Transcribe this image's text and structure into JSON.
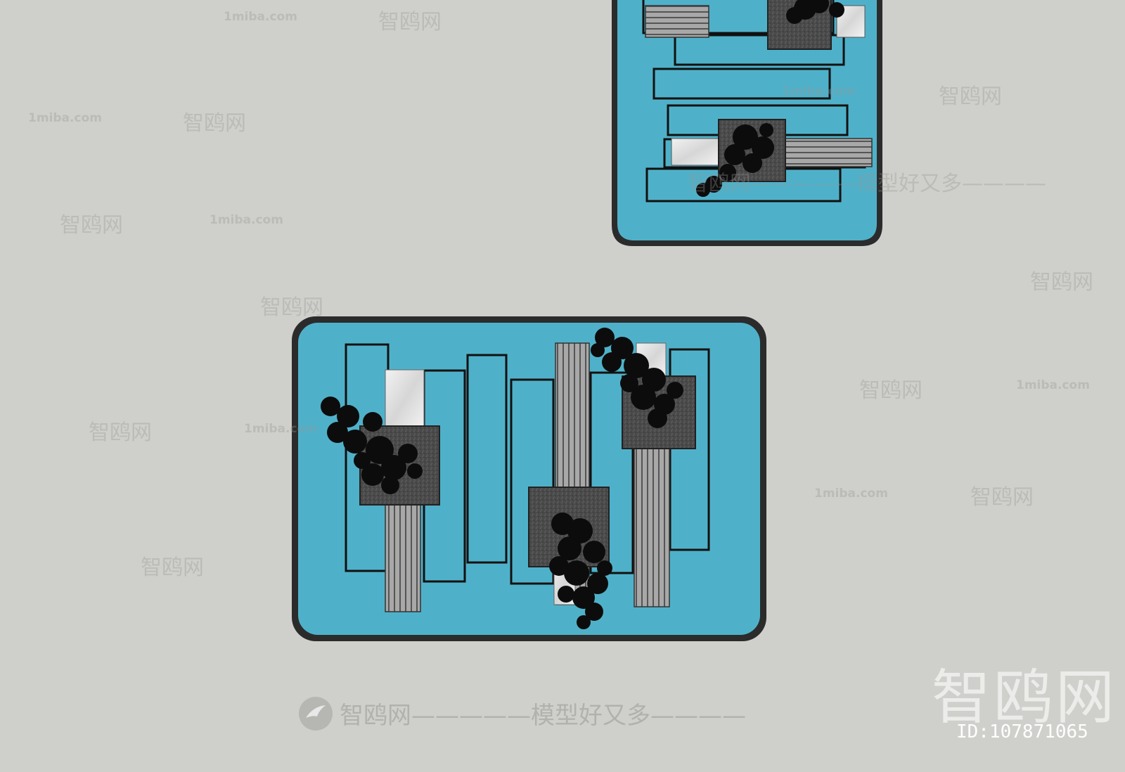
{
  "watermarks": {
    "url": "1miba.com",
    "brand": "智鸥网",
    "slogan": "智鸥网—————模型好又多————",
    "big_logo": "智鸥网",
    "id_text": "ID:107871065"
  },
  "colors": {
    "background": "#cfd0cb",
    "water": "#4fb1c9",
    "border": "#2a2a2a",
    "granite": "#4a4a4a",
    "stone": "#9a9a9a",
    "marble": "#e6e6e6",
    "tree": "#0c0c0c"
  },
  "icons": [
    "bird-logo-icon"
  ]
}
